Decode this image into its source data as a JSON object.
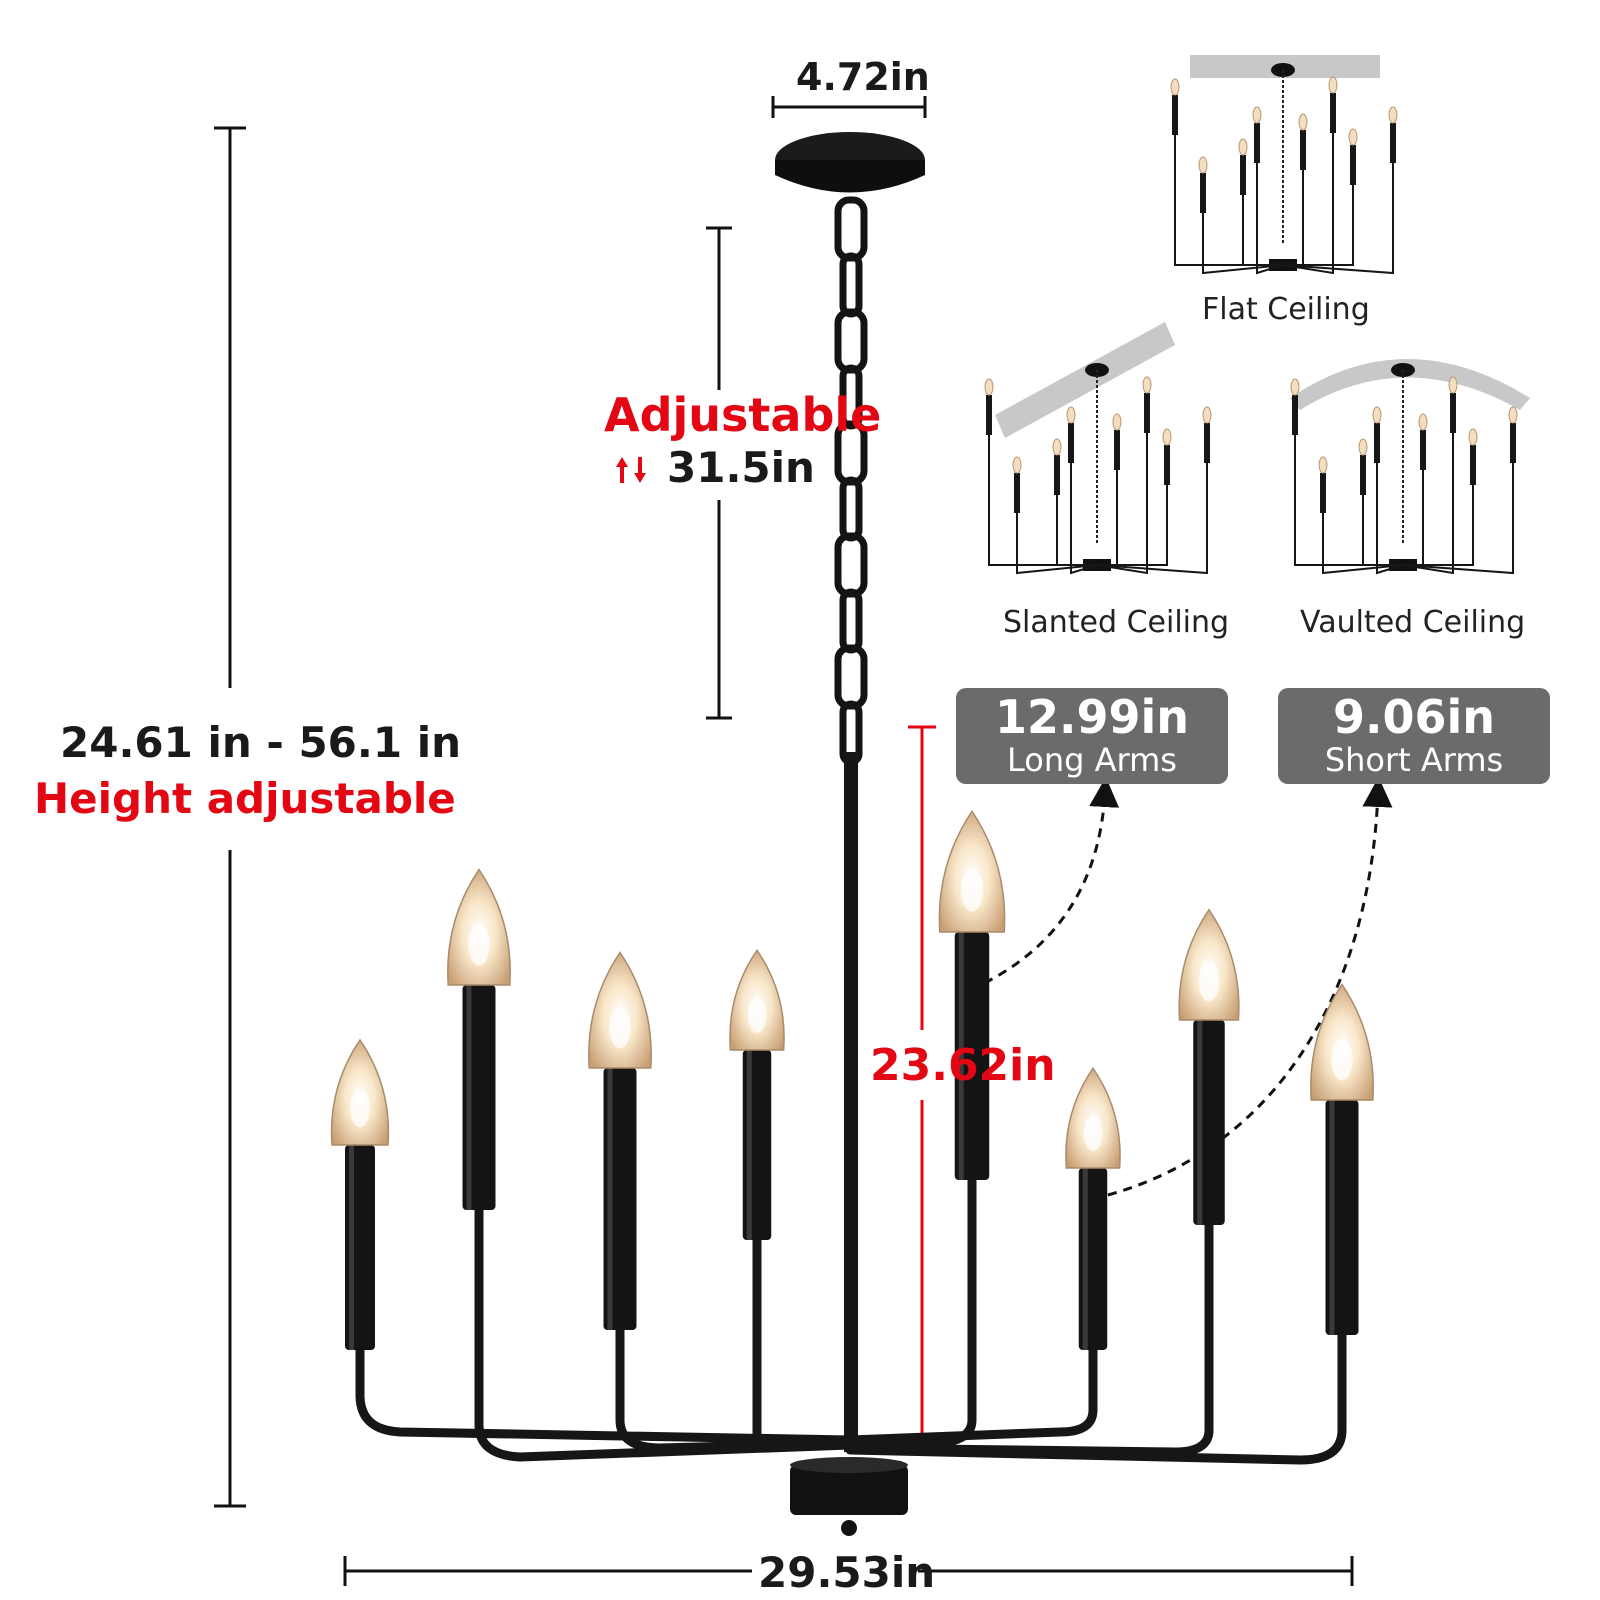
{
  "dimensions": {
    "canopy_width": "4.72in",
    "chain_adjust_title": "Adjustable",
    "chain_adjust_value": "31.5in",
    "overall_height": "24.61 in - 56.1 in",
    "overall_height_note": "Height adjustable",
    "body_height": "23.62in",
    "overall_width": "29.53in"
  },
  "arm_badges": [
    {
      "value": "12.99in",
      "name": "Long Arms"
    },
    {
      "value": "9.06in",
      "name": "Short Arms"
    }
  ],
  "ceiling_types": [
    "Flat Ceiling",
    "Slanted Ceiling",
    "Vaulted Ceiling"
  ],
  "colors": {
    "accent_red": "#e30613",
    "badge_gray": "#6b6b6b",
    "fixture_black": "#161616",
    "ceiling_gray": "#c8c8c8",
    "bulb_glow": "#f6e3c6"
  },
  "icons": [
    "up-down-arrows-icon",
    "chandelier-product-image",
    "ceiling-thumbnail-image"
  ]
}
